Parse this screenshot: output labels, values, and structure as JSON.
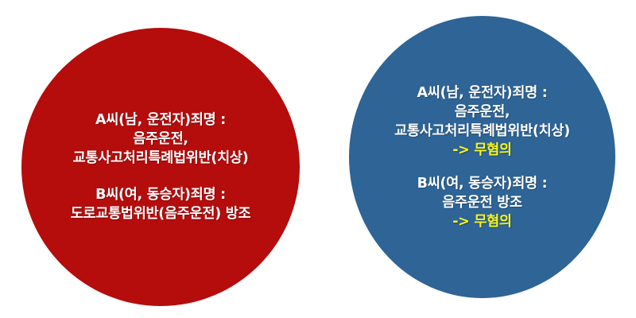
{
  "colors": {
    "background": "#ffffff",
    "left_circle": "#b50c0c",
    "right_circle": "#2e6496",
    "text": "#ffffff",
    "verdict_text": "#f5f51e"
  },
  "left_circle": {
    "a_block": {
      "line1": "A씨(남, 운전자)죄명 :",
      "line2": "음주운전,",
      "line3": "교통사고처리특례법위반(치상)"
    },
    "b_block": {
      "line1": "B씨(여, 동승자)죄명 :",
      "line2": "도로교통법위반(음주운전) 방조"
    }
  },
  "right_circle": {
    "a_block": {
      "line1": "A씨(남, 운전자)죄명 :",
      "line2": "음주운전,",
      "line3": "교통사고처리특례법위반(치상)",
      "verdict": "-> 무혐의"
    },
    "b_block": {
      "line1": "B씨(여, 동승자)죄명 :",
      "line2": "음주운전 방조",
      "verdict": "-> 무혐의"
    }
  }
}
